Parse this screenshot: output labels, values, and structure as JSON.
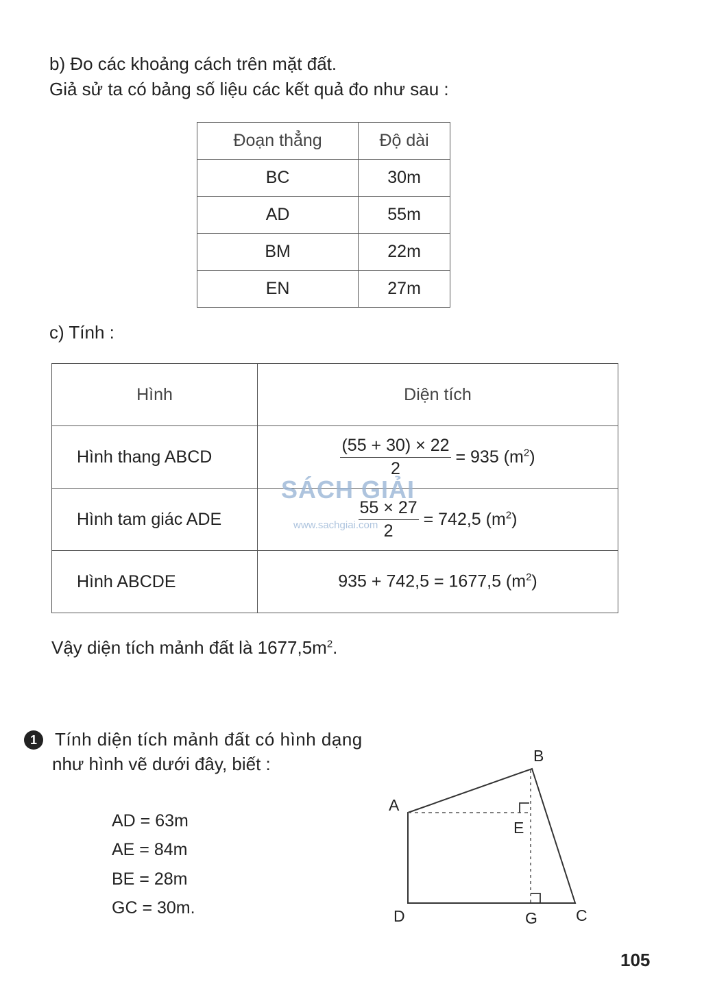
{
  "part_b": {
    "line1": "b) Đo các khoảng cách trên mặt đất.",
    "line2": "Giả sử ta có bảng số liệu các kết quả đo như sau :"
  },
  "measure_table": {
    "headers": [
      "Đoạn thẳng",
      "Độ dài"
    ],
    "rows": [
      [
        "BC",
        "30m"
      ],
      [
        "AD",
        "55m"
      ],
      [
        "BM",
        "22m"
      ],
      [
        "EN",
        "27m"
      ]
    ]
  },
  "part_c": {
    "label": "c) Tính :"
  },
  "area_table": {
    "headers": [
      "Hình",
      "Diện tích"
    ],
    "rows": [
      {
        "shape": "Hình thang ABCD",
        "num": "(55 + 30) × 22",
        "den": "2",
        "result": "= 935 (m",
        "exp": "2",
        "close": ")"
      },
      {
        "shape": "Hình tam giác ADE",
        "num": "55 × 27",
        "den": "2",
        "result": "= 742,5 (m",
        "exp": "2",
        "close": ")"
      },
      {
        "shape": "Hình ABCDE",
        "expr": "935 + 742,5 = 1677,5 (m",
        "exp": "2",
        "close": ")"
      }
    ]
  },
  "conclusion": {
    "text": "Vậy diện tích mảnh đất là 1677,5m",
    "exp": "2",
    "tail": "."
  },
  "watermark": {
    "brand": "SÁCH GIẢI",
    "url": "www.sachgiai.com"
  },
  "exercise1": {
    "number": "1",
    "line1": "Tính diện tích mảnh đất có hình dạng",
    "line2": "như hình vẽ dưới đây, biết :",
    "given": [
      "AD = 63m",
      "AE = 84m",
      "BE = 28m",
      "GC = 30m."
    ]
  },
  "figure": {
    "labels": {
      "A": "A",
      "B": "B",
      "C": "C",
      "D": "D",
      "E": "E",
      "G": "G"
    }
  },
  "page_number": "105"
}
